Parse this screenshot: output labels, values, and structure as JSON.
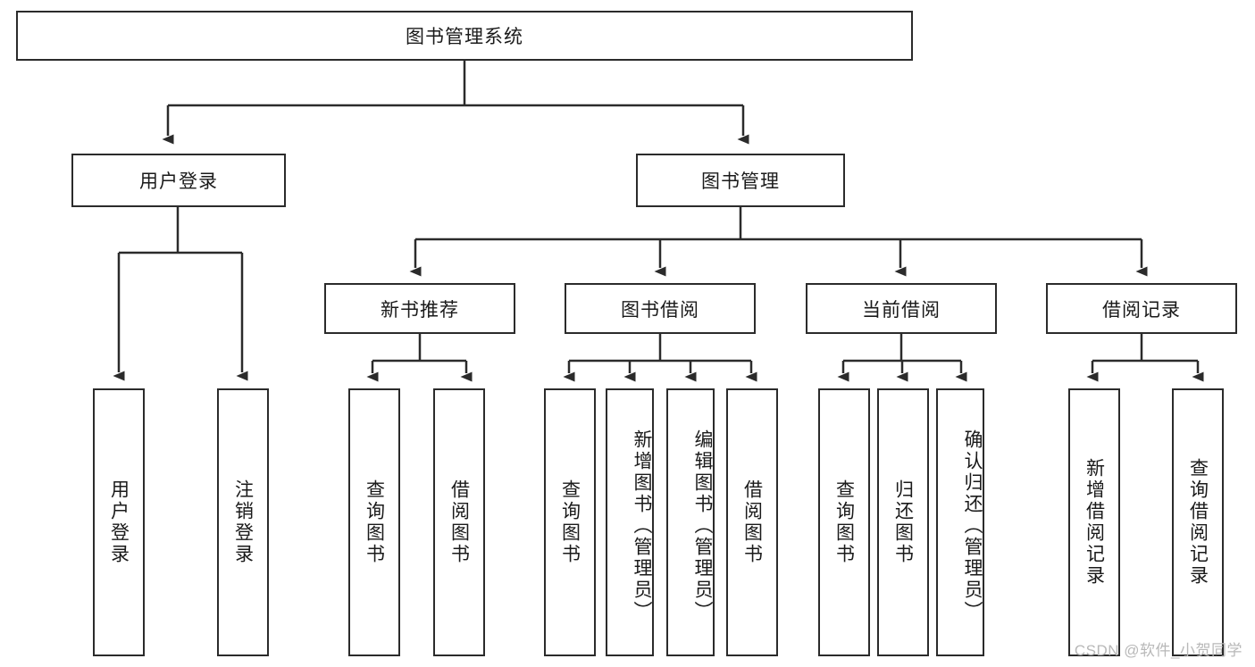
{
  "diagram": {
    "title": "图书管理系统",
    "type": "hierarchy-tree",
    "root": {
      "id": "root",
      "label": "图书管理系统"
    },
    "level2": [
      {
        "id": "user-login",
        "label": "用户登录"
      },
      {
        "id": "book-manage",
        "label": "图书管理"
      }
    ],
    "level3": [
      {
        "id": "new-book-rec",
        "label": "新书推荐",
        "parent": "book-manage"
      },
      {
        "id": "book-borrow",
        "label": "图书借阅",
        "parent": "book-manage"
      },
      {
        "id": "current-borrow",
        "label": "当前借阅",
        "parent": "book-manage"
      },
      {
        "id": "borrow-record",
        "label": "借阅记录",
        "parent": "book-manage"
      }
    ],
    "leaves": {
      "user-login": [
        {
          "id": "leaf-user-login",
          "label": "用户登录"
        },
        {
          "id": "leaf-logout",
          "label": "注销登录"
        }
      ],
      "new-book-rec": [
        {
          "id": "leaf-query-book-1",
          "label": "查询图书"
        },
        {
          "id": "leaf-borrow-book-1",
          "label": "借阅图书"
        }
      ],
      "book-borrow": [
        {
          "id": "leaf-query-book-2",
          "label": "查询图书"
        },
        {
          "id": "leaf-add-book",
          "label": "新增图书（管理员）"
        },
        {
          "id": "leaf-edit-book",
          "label": "编辑图书（管理员）"
        },
        {
          "id": "leaf-borrow-book-2",
          "label": "借阅图书"
        }
      ],
      "current-borrow": [
        {
          "id": "leaf-query-book-3",
          "label": "查询图书"
        },
        {
          "id": "leaf-return-book",
          "label": "归还图书"
        },
        {
          "id": "leaf-confirm-return",
          "label": "确认归还（管理员）"
        }
      ],
      "borrow-record": [
        {
          "id": "leaf-add-record",
          "label": "新增借阅记录"
        },
        {
          "id": "leaf-query-record",
          "label": "查询借阅记录"
        }
      ]
    },
    "colors": {
      "stroke": "#2b2b2b",
      "fill": "#ffffff",
      "text": "#1a1a1a",
      "watermark": "#b8b8b8"
    }
  },
  "watermark": {
    "text": "CSDN @软件_小贺同学"
  }
}
